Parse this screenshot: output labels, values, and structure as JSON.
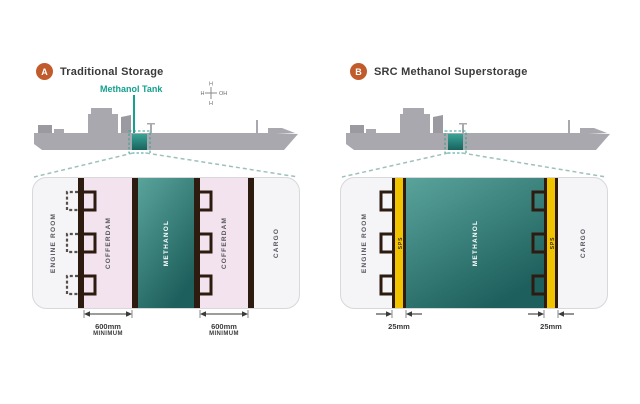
{
  "colors": {
    "accent_orange": "#c15b2c",
    "teal_accent": "#14a18e",
    "cofferdam_pink": "#f2e3ee",
    "sps_yellow": "#f2c400",
    "methanol_teal": "#1d5f5c",
    "wall_brown": "#2d1b10"
  },
  "panels": [
    {
      "badge": "A",
      "title": "Traditional Storage",
      "tank_label": "Methanol Tank",
      "molecule": {
        "top": "H",
        "left": "H",
        "bottom": "H",
        "right": "OH"
      },
      "sections": {
        "engine_room": "ENGINE ROOM",
        "cofferdam_left": "COFFERDAM",
        "methanol": "METHANOL",
        "cofferdam_right": "COFFERDAM",
        "cargo": "CARGO"
      },
      "dimensions": {
        "left": {
          "value": "600mm",
          "qualifier": "MINIMUM"
        },
        "right": {
          "value": "600mm",
          "qualifier": "MINIMUM"
        }
      }
    },
    {
      "badge": "B",
      "title": "SRC Methanol Superstorage",
      "sections": {
        "engine_room": "ENGINE ROOM",
        "sps_left": "SPS",
        "methanol": "METHANOL",
        "sps_right": "SPS",
        "cargo": "CARGO"
      },
      "dimensions": {
        "left": {
          "value": "25mm"
        },
        "right": {
          "value": "25mm"
        }
      }
    }
  ]
}
